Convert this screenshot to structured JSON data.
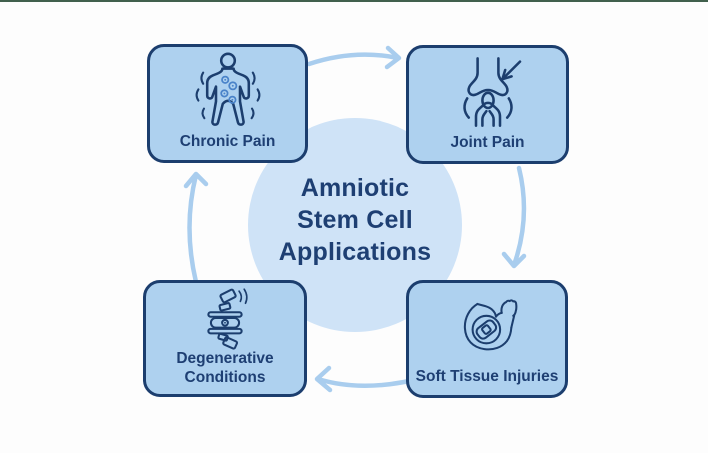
{
  "diagram": {
    "title_lines": [
      "Amniotic",
      "Stem Cell",
      "Applications"
    ],
    "nodes": [
      {
        "label": "Chronic Pain",
        "icon": "chronic-pain-body-icon",
        "position": "top-left"
      },
      {
        "label": "Joint Pain",
        "icon": "joint-pain-knee-icon",
        "position": "top-right"
      },
      {
        "label": "Degenerative Conditions",
        "icon": "degenerative-spine-icon",
        "position": "bottom-left"
      },
      {
        "label": "Soft Tissue Injuries",
        "icon": "soft-tissue-arm-icon",
        "position": "bottom-right"
      }
    ],
    "flow_direction": "clockwise",
    "colors": {
      "background": "#fdfdfd",
      "top_edge_line": "#41604d",
      "node_fill": "#aed1ef",
      "node_border": "#1c3e6e",
      "center_circle_fill": "#cfe3f7",
      "arrow": "#a9cdee",
      "text": "#1e3f73",
      "icon_stroke": "#1c3e6e",
      "pain_spot": "#4a83c9"
    }
  }
}
